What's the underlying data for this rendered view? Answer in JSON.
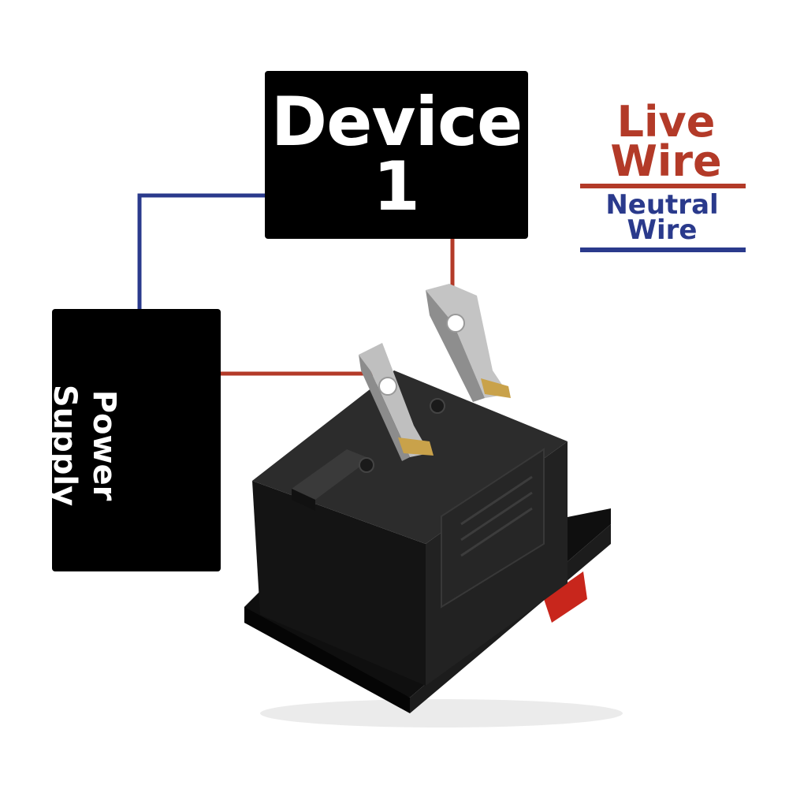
{
  "device": {
    "title": "Device",
    "number": "1"
  },
  "power_supply": {
    "label": "Power\nSupply"
  },
  "legend": {
    "live": {
      "label": "Live\nWire",
      "color": "#b33a28"
    },
    "neutral": {
      "label": "Neutral\nWire",
      "color": "#2a3a8c"
    }
  },
  "switch": {
    "icon": "rocker-switch-icon"
  }
}
